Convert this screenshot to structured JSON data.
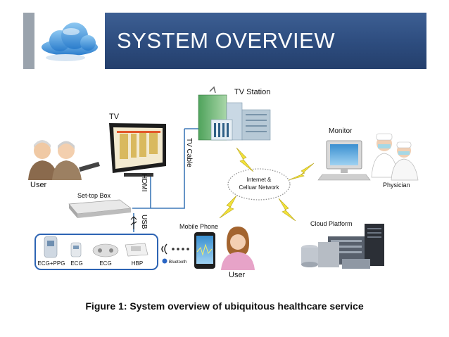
{
  "header": {
    "title": "SYSTEM OVERVIEW"
  },
  "labels": {
    "tv": "TV",
    "tv_station": "TV Station",
    "monitor": "Monitor",
    "physician": "Physician",
    "user_left": "User",
    "set_top_box": "Set-top Box",
    "hdmi": "HDMI",
    "tv_cable": "TV Cable",
    "usb": "USB",
    "internet_line1": "Internet &",
    "internet_line2": "Celluar Network",
    "mobile_phone": "Mobile Phone",
    "user_bottom": "User",
    "cloud_platform": "Cloud Platform",
    "bluetooth": "Bluetooth",
    "devices": [
      "ECG+PPG",
      "ECG",
      "ECG",
      "HBP"
    ]
  },
  "caption": "Figure 1: System overview of ubiquitous healthcare service"
}
